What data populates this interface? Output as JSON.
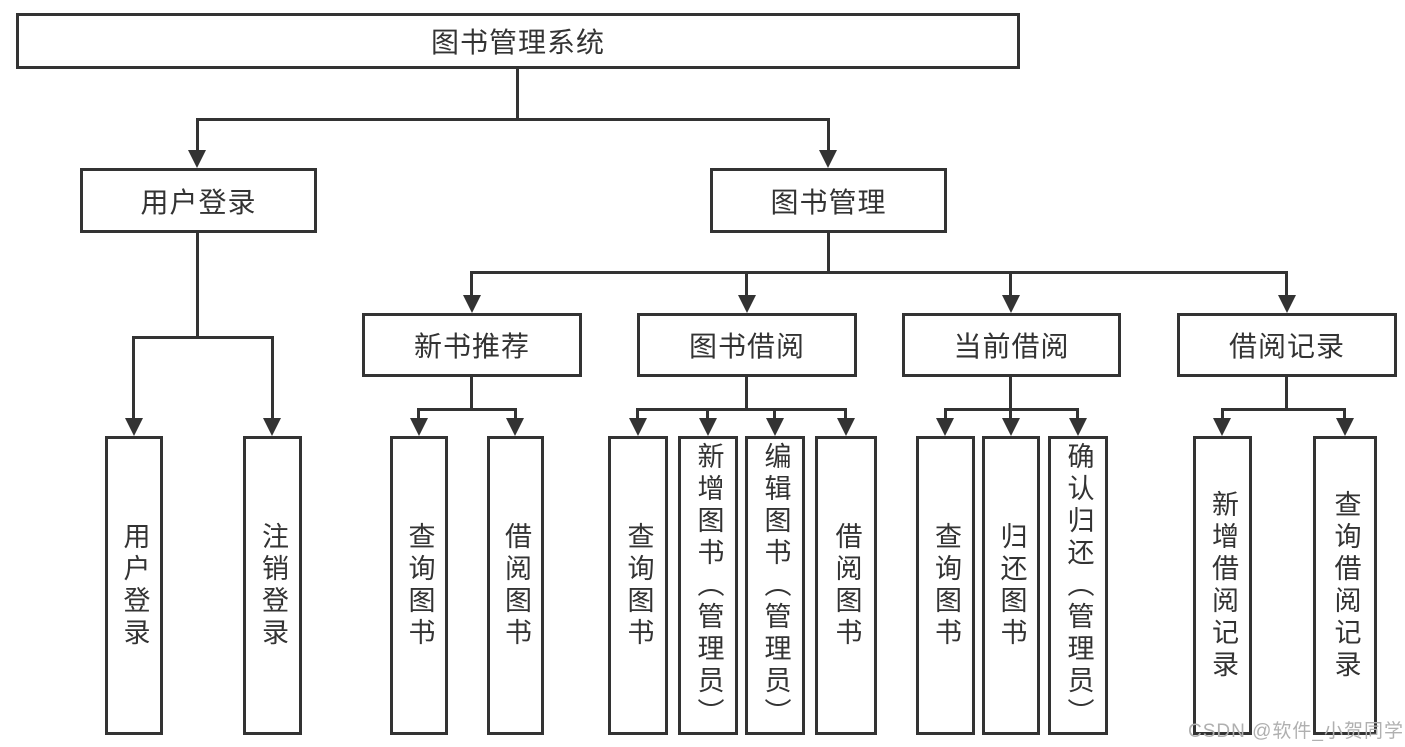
{
  "diagram": {
    "type": "tree",
    "orientation": "top-down",
    "colors": {
      "line": "#333333",
      "text": "#333333",
      "background": "#ffffff",
      "watermark_text": "#b0b0b0"
    },
    "root": {
      "label": "图书管理系统",
      "children": [
        {
          "label": "用户登录",
          "children": [
            {
              "label": "用户登录"
            },
            {
              "label": "注销登录"
            }
          ]
        },
        {
          "label": "图书管理",
          "children": [
            {
              "label": "新书推荐",
              "children": [
                {
                  "label": "查询图书"
                },
                {
                  "label": "借阅图书"
                }
              ]
            },
            {
              "label": "图书借阅",
              "children": [
                {
                  "label": "查询图书"
                },
                {
                  "label": "新增图书（管理员）"
                },
                {
                  "label": "编辑图书（管理员）"
                },
                {
                  "label": "借阅图书"
                }
              ]
            },
            {
              "label": "当前借阅",
              "children": [
                {
                  "label": "查询图书"
                },
                {
                  "label": "归还图书"
                },
                {
                  "label": "确认归还（管理员）"
                }
              ]
            },
            {
              "label": "借阅记录",
              "children": [
                {
                  "label": "新增借阅记录"
                },
                {
                  "label": "查询借阅记录"
                }
              ]
            }
          ]
        }
      ]
    },
    "watermark": "CSDN @软件_小贺同学"
  }
}
